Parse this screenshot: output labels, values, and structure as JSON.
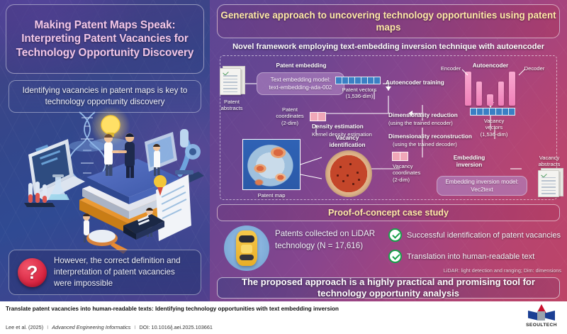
{
  "left": {
    "title": "Making Patent Maps Speak: Interpreting Patent Vacancies for Technology Opportunity Discovery",
    "key_message": "Identifying vacancies in patent maps is key to technology opportunity discovery",
    "problem_icon": "?",
    "problem_text": "However, the correct definition and interpretation of patent vacancies were impossible"
  },
  "right": {
    "banner": "Generative approach to uncovering technology opportunities using patent maps",
    "subtitle": "Novel framework employing text-embedding inversion technique with autoencoder",
    "framework": {
      "patent_abstracts": "Patent\nabstracts",
      "patent_embedding_title": "Patent embedding",
      "embedding_model": "Text embedding model:\ntext-embedding-ada-002",
      "patent_vectors": "Patent vectors\n(1,536-dim)",
      "autoencoder_training": "Autoencoder training",
      "autoencoder_title": "Autoencoder",
      "encoder_label": "Encoder",
      "decoder_label": "Decoder",
      "patent_coordinates": "Patent\ncoordinates\n(2-dim)",
      "density_estimation_title": "Density estimation",
      "density_estimation_sub": "Kernel density estimation",
      "patent_map": "Patent map",
      "vacancy_identification": "Vacancy\nidentification",
      "dim_reduction_title": "Dimensionality reduction",
      "dim_reduction_sub": "(using the trained encoder)",
      "dim_reconstruction_title": "Dimensionality reconstruction",
      "dim_reconstruction_sub": "(using the trained decoder)",
      "vacancy_coordinates": "Vacancy\ncoordinates\n(2-dim)",
      "vacancy_vectors": "Vacancy\nvectors\n(1,536-dim)",
      "embedding_inversion_title": "Embedding\ninversion",
      "inversion_model": "Embedding inversion model:\nVec2text",
      "vacancy_abstracts": "Vacancy\nabstracts"
    },
    "poc": {
      "banner": "Proof-of-concept case study",
      "dataset": "Patents collected on LiDAR  technology (N = 17,616)",
      "checks": [
        "Successful identification of patent vacancies",
        "Translation into human-readable text"
      ],
      "note": "LiDAR: light detection and ranging; Dim: dimensions"
    },
    "conclusion": "The proposed approach is a highly practical and promising tool for technology opportunity analysis"
  },
  "footer": {
    "title": "Translate patent vacancies into human-readable texts: Identifying technology opportunities with text embedding inversion",
    "authors": "Lee et al. (2025)",
    "journal": "Advanced Engineering Informatics",
    "doi": "DOI: 10.1016/j.aei.2025.103661",
    "separator": "I",
    "logo_text": "SEOULTECH"
  },
  "colors": {
    "accent_gold": "#ffe9a8",
    "title_pink": "#f3c7e8",
    "check_green": "#18a04a",
    "problem_red": "#d61f3c",
    "vector_blue": "#3a7fc4",
    "vector_pink": "#f0a7b8",
    "logo_red": "#c8102e",
    "logo_blue": "#1b3f94"
  }
}
